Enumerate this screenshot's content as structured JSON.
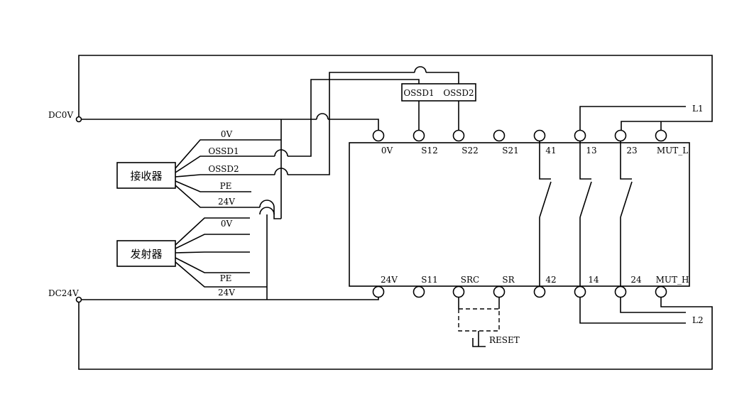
{
  "supply": {
    "dc0v": "DC0V",
    "dc24v": "DC24V"
  },
  "receiver": {
    "name": "接收器",
    "wires": [
      "0V",
      "OSSD1",
      "OSSD2",
      "PE",
      "24V"
    ]
  },
  "emitter": {
    "name": "发射器",
    "wires": [
      "0V",
      "PE",
      "24V"
    ]
  },
  "ossd_box": {
    "ossd1": "OSSD1",
    "ossd2": "OSSD2"
  },
  "module": {
    "top_terminals": [
      "0V",
      "S12",
      "S22",
      "S21",
      "41",
      "13",
      "23",
      "MUT_L"
    ],
    "bottom_terminals": [
      "24V",
      "S11",
      "SRC",
      "SR",
      "42",
      "14",
      "24",
      "MUT_H"
    ]
  },
  "reset": "RESET",
  "lamps": {
    "l1": "L1",
    "l2": "L2"
  }
}
